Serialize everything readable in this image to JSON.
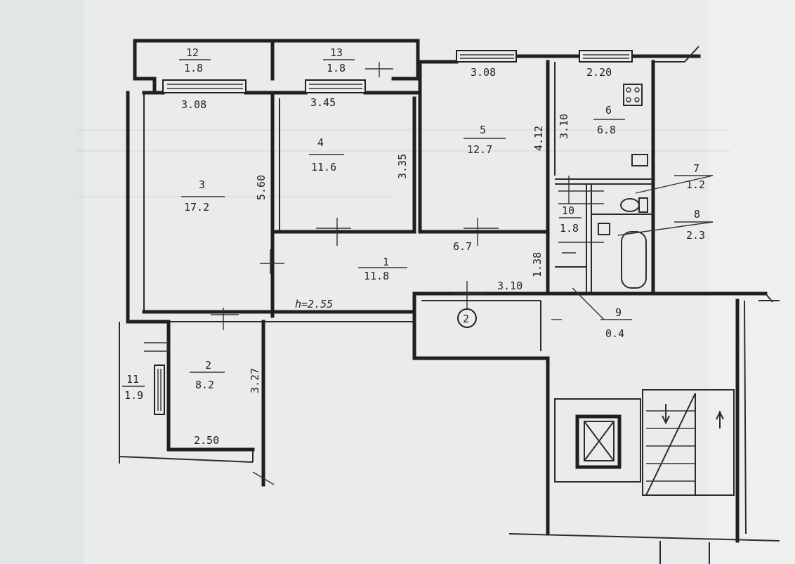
{
  "rooms": [
    {
      "id": "r1",
      "number": "1",
      "area": "11.8"
    },
    {
      "id": "r2",
      "number": "2",
      "area": "8.2"
    },
    {
      "id": "r3",
      "number": "3",
      "area": "17.2"
    },
    {
      "id": "r4",
      "number": "4",
      "area": "11.6"
    },
    {
      "id": "r5",
      "number": "5",
      "area": "12.7"
    },
    {
      "id": "r6",
      "number": "6",
      "area": "6.8"
    },
    {
      "id": "r7",
      "number": "7",
      "area": "1.2"
    },
    {
      "id": "r8",
      "number": "8",
      "area": "2.3"
    },
    {
      "id": "r9",
      "number": "9",
      "area": "0.4"
    },
    {
      "id": "r10",
      "number": "10",
      "area": "1.8"
    },
    {
      "id": "r11",
      "number": "11",
      "area": "1.9"
    },
    {
      "id": "r12",
      "number": "12",
      "area": "1.8"
    },
    {
      "id": "r13",
      "number": "13",
      "area": "1.8"
    }
  ],
  "dimensions": {
    "d_room3_width": "3.08",
    "d_room4_width": "3.45",
    "d_room5_width": "3.08",
    "d_room6_width": "2.20",
    "d_room6_depth": "3.10",
    "d_room5_depth": "4.12",
    "d_room4_depth": "3.35",
    "d_room3_depth": "5.60",
    "d_hall_length": "6.7",
    "d_hall_depth": "1.38",
    "d_hall_end": "3.10",
    "d_room2_depth": "3.27",
    "d_room2_width": "2.50"
  },
  "ceiling_height": "h=2.55",
  "riser_mark": "2"
}
